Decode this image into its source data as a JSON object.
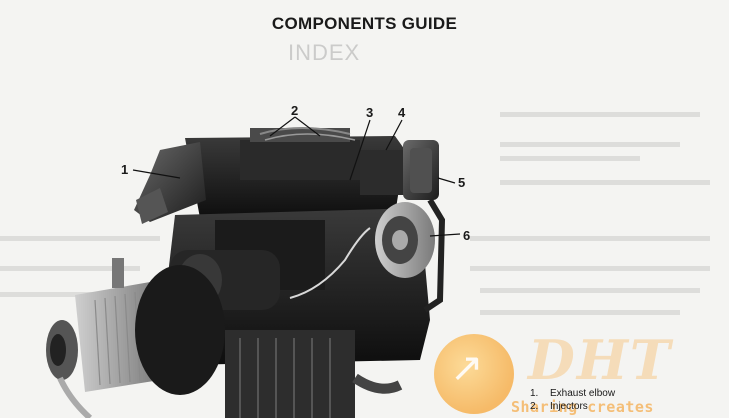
{
  "page": {
    "title": "COMPONENTS GUIDE",
    "ghost_index": "INDEX"
  },
  "callouts": [
    {
      "num": "1"
    },
    {
      "num": "2"
    },
    {
      "num": "3"
    },
    {
      "num": "4"
    },
    {
      "num": "5"
    },
    {
      "num": "6"
    }
  ],
  "legend": [
    {
      "num": "1.",
      "label": "Exhaust elbow"
    },
    {
      "num": "2.",
      "label": "Injectors"
    }
  ],
  "watermark": {
    "logo_text": "DHT",
    "tagline": "Sharing creates success",
    "color": "#f6a73a"
  }
}
